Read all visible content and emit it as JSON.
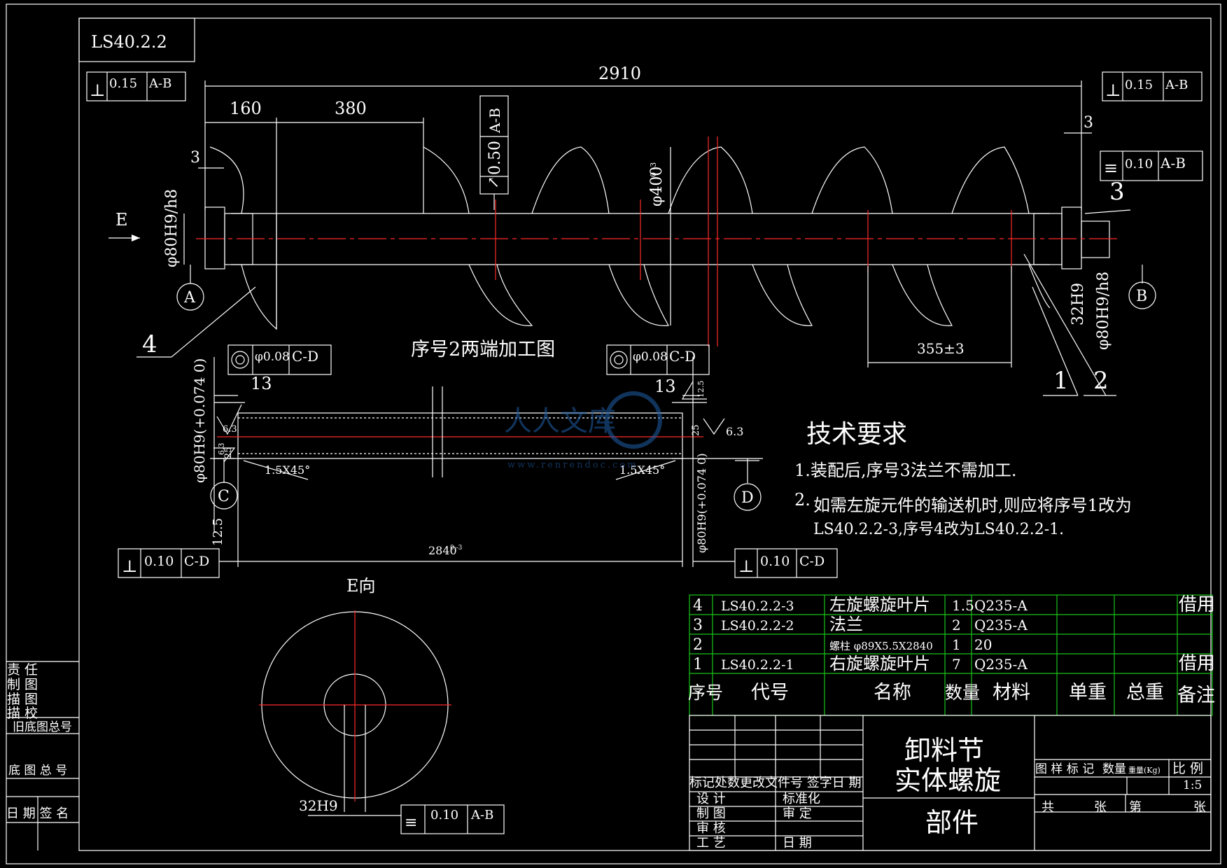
{
  "drawing_no": "LS40.2.2",
  "dims": {
    "overall_length": "2910",
    "d160": "160",
    "d380": "380",
    "d3_left": "3",
    "d3_right": "3",
    "fit_left": "φ80H9/h8",
    "fit_right": "φ80H9/h8",
    "dia400": "φ400",
    "dia400_tol": "0 -3",
    "pitch": "355±3",
    "d32H9": "32H9",
    "d13_left": "13",
    "d13_right": "13",
    "d12_5": "12.5",
    "shaft_fit_left": "φ80H9(+0.074 0)",
    "shaft_fit_right": "φ80H9(+0.074 0)",
    "chamfer_left": "1.5X45°",
    "chamfer_right": "1.5X45°",
    "shaft_len": "2840",
    "shaft_len_tol": "0 -3",
    "d25_left": "25",
    "d25_right": "25",
    "d32H9_e": "32H9"
  },
  "tolerance_frames": {
    "perp_tl": {
      "symbol": "⊥",
      "value": "0.15",
      "datum": "A-B"
    },
    "perp_tr": {
      "symbol": "⊥",
      "value": "0.15",
      "datum": "A-B"
    },
    "runout": {
      "symbol": "↗",
      "value": "0.50",
      "datum": "A-B"
    },
    "sym_right": {
      "symbol": "≡",
      "value": "0.10",
      "datum": "A-B"
    },
    "coax_left": {
      "symbol": "◎",
      "value": "φ0.08",
      "datum": "C-D"
    },
    "coax_right": {
      "symbol": "◎",
      "value": "φ0.08",
      "datum": "C-D"
    },
    "perp_bl": {
      "symbol": "⊥",
      "value": "0.10",
      "datum": "C-D"
    },
    "perp_br": {
      "symbol": "⊥",
      "value": "0.10",
      "datum": "C-D"
    },
    "sym_e": {
      "symbol": "≡",
      "value": "0.10",
      "datum": "A-B"
    }
  },
  "roughness": {
    "left_top": "6.3",
    "left_bottom": "6.3",
    "right_top": "12.5",
    "right_bottom": "6.3"
  },
  "datums": {
    "a": "A",
    "b": "B",
    "c": "C",
    "d": "D"
  },
  "view_arrow": "E",
  "balloons": {
    "b1": "1",
    "b2": "2",
    "b3": "3",
    "b4": "4"
  },
  "labels": {
    "detail_title": "序号2两端加工图",
    "e_view": "E向"
  },
  "tech": {
    "title": "技术要求",
    "line1_num": "1.",
    "line1": "装配后,序号3法兰不需加工.",
    "line2_num": "2.",
    "line2a": "如需左旋元件的输送机时,则应将序号1改为",
    "line2b": "LS40.2.2-3,序号4改为LS40.2.2-1."
  },
  "bom": {
    "rows": [
      {
        "no": "4",
        "code": "LS40.2.2-3",
        "name": "左旋螺旋叶片",
        "qty": "1.5",
        "mat": "Q235-A",
        "note": "借用"
      },
      {
        "no": "3",
        "code": "LS40.2.2-2",
        "name": "法兰",
        "qty": "2",
        "mat": "Q235-A",
        "note": ""
      },
      {
        "no": "2",
        "code": "",
        "name": "螺柱 φ89X5.5X2840",
        "qty": "1",
        "mat": "20",
        "note": ""
      },
      {
        "no": "1",
        "code": "LS40.2.2-1",
        "name": "右旋螺旋叶片",
        "qty": "7",
        "mat": "Q235-A",
        "note": "借用"
      }
    ],
    "header": {
      "no": "序号",
      "code": "代号",
      "name": "名称",
      "qty": "数量",
      "mat": "材料",
      "unit": "单重",
      "total": "总重",
      "note": "备注"
    }
  },
  "title_block": {
    "name1": "卸料节",
    "name2": "实体螺旋",
    "name3": "部件",
    "rev_header": "标记处数更改文件号 签字日 期",
    "design": "设 计",
    "draw": "制 图",
    "check": "审 核",
    "craft": "工 艺",
    "std": "标准化",
    "approve": "审 定",
    "date": "日 期",
    "stage_header": "图 样 标 记",
    "qty_header": "数量",
    "weight_header": "重量(Kg)",
    "scale_header": "比 例",
    "scale": "1:5",
    "sheets_total": "共",
    "sheets_unit": "张",
    "sheet_no": "第",
    "sheet_unit": "张"
  },
  "side_block": {
    "resp": "责 任",
    "draw": "制 图",
    "trace": "描 图",
    "trace_check": "描 校",
    "old_no": "旧底图总号",
    "base_no": "底 图 总 号",
    "date_sign": "日 期 签 名"
  },
  "watermark": {
    "text": "人人文库",
    "url": "www.renrendoc.com"
  }
}
